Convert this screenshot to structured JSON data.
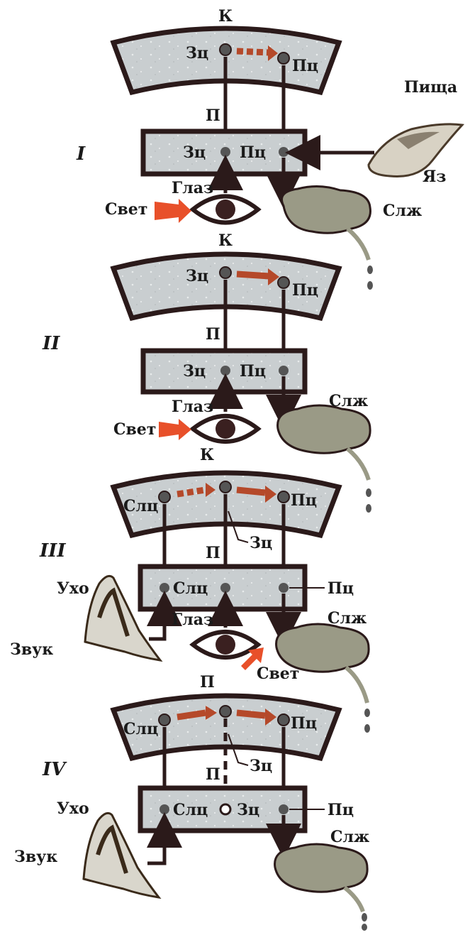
{
  "panels": [
    {
      "numeral": "I",
      "cortex_label": "К",
      "sub_label": "П",
      "cortex_centers": [
        "Зц",
        "Пц"
      ],
      "sub_centers": [
        "Зц",
        "Пц"
      ],
      "eye_label": "Глаз",
      "light_label": "Свет",
      "gland_label": "Слж",
      "food_label": "Пища",
      "tongue_label": "Яз"
    },
    {
      "numeral": "II",
      "cortex_label": "К",
      "sub_label": "П",
      "cortex_centers": [
        "Зц",
        "Пц"
      ],
      "sub_centers": [
        "Зц",
        "Пц"
      ],
      "eye_label": "Глаз",
      "light_label": "Свет",
      "gland_label": "Слж"
    },
    {
      "numeral": "III",
      "cortex_label": "К",
      "sub_label": "П",
      "cortex_centers": [
        "Слц",
        "Пц"
      ],
      "sub_centers": [
        "Слц"
      ],
      "visual_center_label": "Зц",
      "sub_right_label": "Пц",
      "eye_label": "Глаз",
      "light_label": "Свет",
      "ear_label": "Ухо",
      "sound_label": "Звук",
      "gland_label": "Слж"
    },
    {
      "numeral": "IV",
      "cortex_label": "П",
      "sub_label": "П",
      "cortex_centers": [
        "Слц",
        "Пц"
      ],
      "sub_centers": [
        "Слц",
        "Зц"
      ],
      "visual_center_label": "Зц",
      "sub_right_label": "Пц",
      "ear_label": "Ухо",
      "sound_label": "Звук",
      "gland_label": "Слж"
    }
  ],
  "colors": {
    "structure_fill": "#c9ced0",
    "outline": "#2b1a1a",
    "arrow": "#b5492a",
    "light_arrow": "#e8502a",
    "gland": "#9a9a86"
  }
}
